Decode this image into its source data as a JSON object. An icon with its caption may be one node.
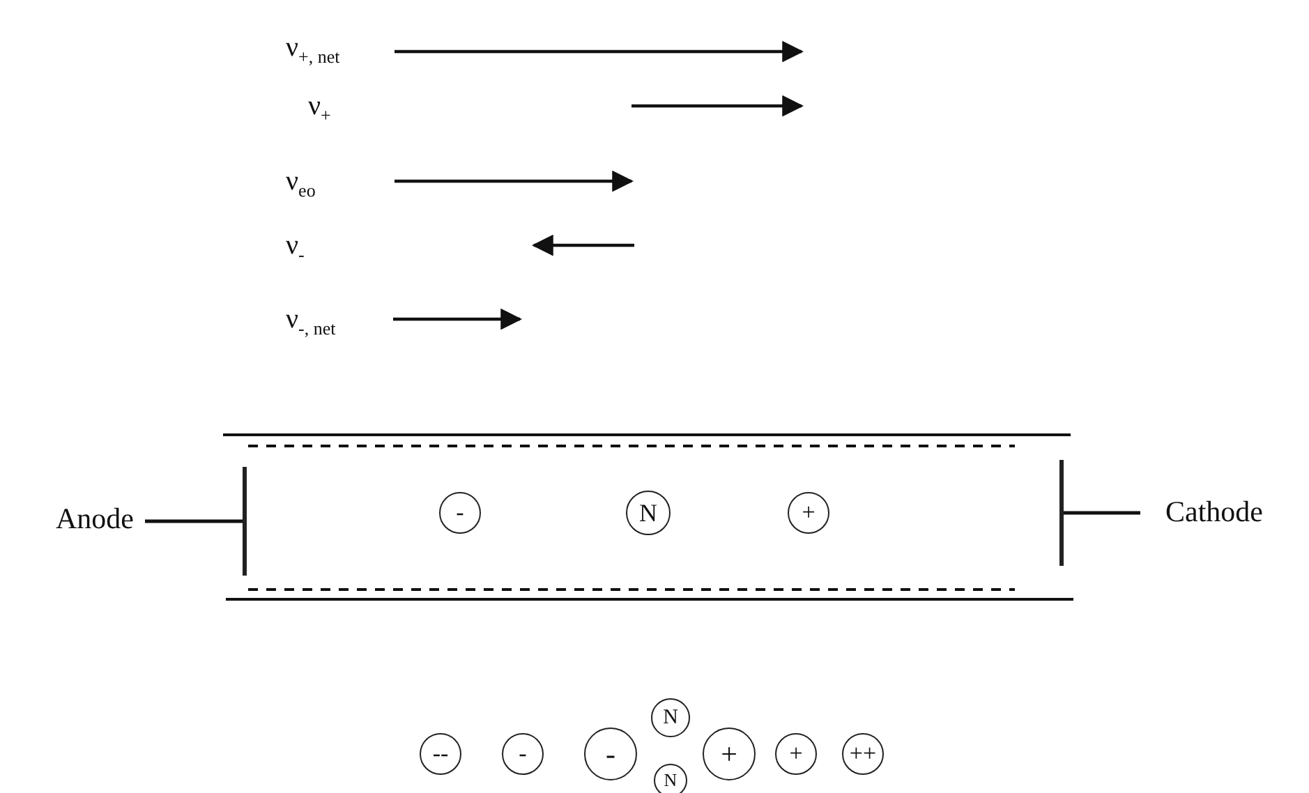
{
  "diagram": {
    "nodes": [
      {
        "text": [
          "Anode"
        ]
      },
      {
        "text": [],
        "shape": "bar"
      },
      {
        "text": [
          "-"
        ]
      },
      {
        "text": [
          "N"
        ]
      },
      {
        "text": [
          "+"
        ]
      },
      {
        "text": [],
        "shape": "bar"
      },
      {
        "text": [
          "Cathode"
        ]
      },
      {
        "text": [
          "--"
        ]
      },
      {
        "text": [
          "-"
        ]
      },
      {
        "text": [
          "-"
        ]
      },
      {
        "text": [
          "N"
        ]
      },
      {
        "text": [
          "N"
        ]
      },
      {
        "text": [
          "+"
        ]
      },
      {
        "text": [
          "+"
        ]
      },
      {
        "text": [
          "++"
        ]
      }
    ],
    "edges": [
      {
        "from": 0,
        "to": 1,
        "arrow": "none"
      },
      {
        "from": 5,
        "to": 6,
        "arrow": "none"
      }
    ],
    "labels": [
      "ν$_{+, net}$",
      "ν$_{+}$",
      "ν$_{eo}$",
      "ν$_{-}$",
      "ν$_{-, net}$"
    ]
  }
}
